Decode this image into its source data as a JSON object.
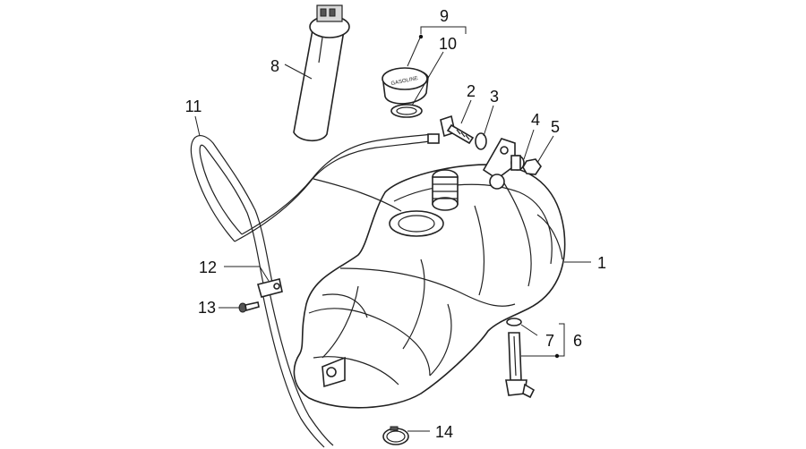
{
  "colors": {
    "line": "#222222",
    "text": "#111111",
    "background": "#ffffff"
  },
  "callouts": {
    "c1": "1",
    "c2": "2",
    "c3": "3",
    "c4": "4",
    "c5": "5",
    "c6": "6",
    "c7": "7",
    "c8": "8",
    "c9": "9",
    "c10": "10",
    "c11": "11",
    "c12": "12",
    "c13": "13",
    "c14": "14"
  },
  "cap_text": "GASOLINE"
}
